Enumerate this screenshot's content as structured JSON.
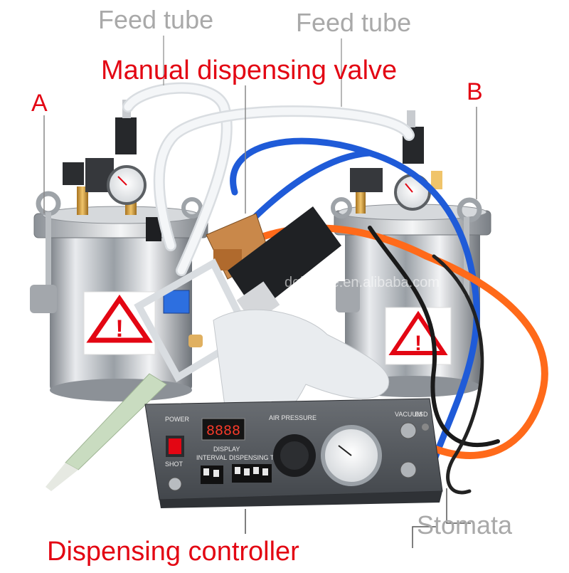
{
  "labels": {
    "feed_tube_left": "Feed tube",
    "feed_tube_right": "Feed tube",
    "manual_valve": "Manual dispensing valve",
    "tank_a": "A",
    "tank_b": "B",
    "stomata": "Stomata",
    "controller": "Dispensing controller"
  },
  "panel": {
    "power": "POWER",
    "shot": "SHOT",
    "display": "DISPLAY",
    "interval": "INTERVAL",
    "dispensing_time": "DISPENSING TIME",
    "air_pressure": "AIR PRESSURE",
    "vacuum": "VACUUM",
    "esd": "ESD",
    "digits": "8888"
  },
  "watermark": "dgbbyee.en.alibaba.com",
  "colors": {
    "red_label": "#e30613",
    "gray_label": "#a9a9a9",
    "blue_tube": "#1f5bd8",
    "orange_tube": "#ff6a1a",
    "white_tube": "#eef2f5",
    "steel": "#c9ccd0"
  }
}
